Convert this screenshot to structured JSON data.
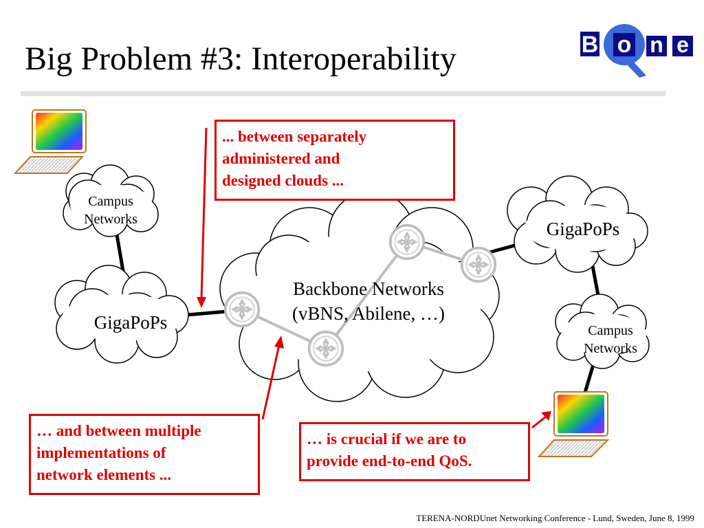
{
  "slide": {
    "title": "Big Problem #3: Interoperability"
  },
  "logo": {
    "letters": [
      "B",
      "o",
      "n",
      "e"
    ],
    "hidden_letter": "Q",
    "colors": {
      "ring": "#3a6bd8",
      "block": "#0a0a8a"
    }
  },
  "clouds": {
    "campus_top_left": [
      "Campus",
      "Networks"
    ],
    "gigapops_left": "GigaPoPs",
    "backbone": [
      "Backbone Networks",
      "(vBNS, Abilene, …)"
    ],
    "gigapops_right": "GigaPoPs",
    "campus_bottom_right": [
      "Campus",
      "Networks"
    ]
  },
  "callouts": {
    "top": [
      "... between separately",
      "administered and",
      "designed clouds ..."
    ],
    "bottom_left": [
      "… and between multiple",
      "implementations of",
      "network elements ..."
    ],
    "bottom_right": [
      "… is crucial if we are to",
      "provide end-to-end QoS."
    ]
  },
  "footer": "TERENA-NORDUnet Networking Conference - Lund, Sweden, June 8, 1999",
  "colors": {
    "accent": "#e00000",
    "router": "#c0c0c0",
    "link": "#000000"
  }
}
